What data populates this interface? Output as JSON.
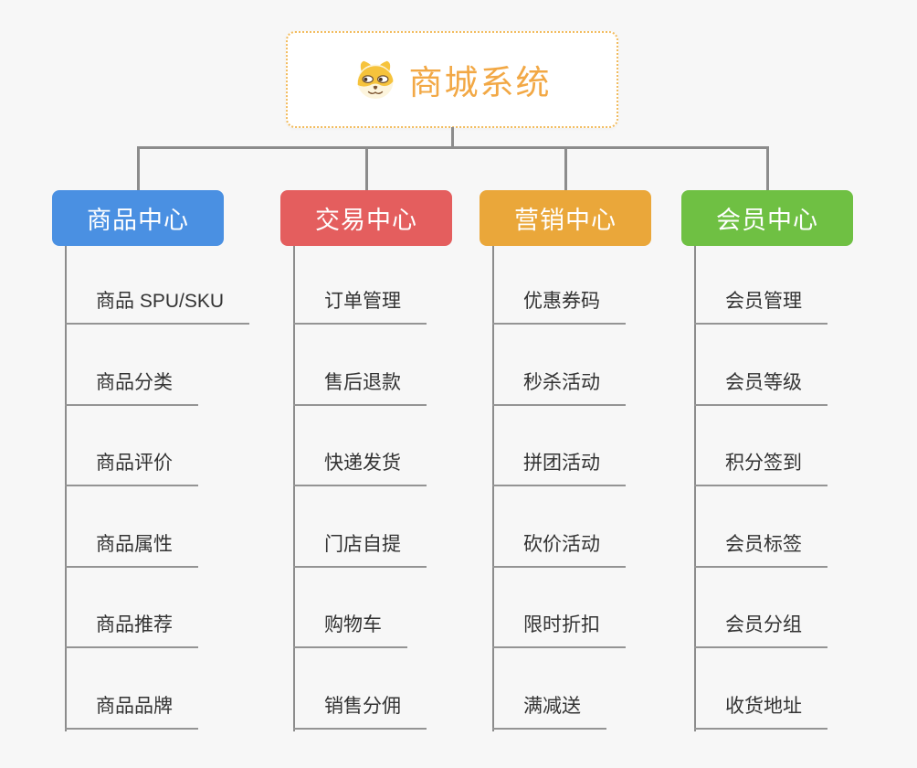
{
  "root": {
    "label": "商城系统",
    "icon": "dog-face-icon",
    "text_color": "#f2a845",
    "border_color": "#f2bc5e",
    "background": "#ffffff"
  },
  "canvas": {
    "background_color": "#f7f7f7"
  },
  "style": {
    "connector_color": "#8c8c8c",
    "item_underline_color": "#949494",
    "item_text_color": "#333333"
  },
  "branches": [
    {
      "label": "商品中心",
      "color": "#4a90e2",
      "items": [
        "商品 SPU/SKU",
        "商品分类",
        "商品评价",
        "商品属性",
        "商品推荐",
        "商品品牌"
      ]
    },
    {
      "label": "交易中心",
      "color": "#e45e5e",
      "items": [
        "订单管理",
        "售后退款",
        "快递发货",
        "门店自提",
        "购物车",
        "销售分佣"
      ]
    },
    {
      "label": "营销中心",
      "color": "#eaa73a",
      "items": [
        "优惠券码",
        "秒杀活动",
        "拼团活动",
        "砍价活动",
        "限时折扣",
        "满减送"
      ]
    },
    {
      "label": "会员中心",
      "color": "#6fc043",
      "items": [
        "会员管理",
        "会员等级",
        "积分签到",
        "会员标签",
        "会员分组",
        "收货地址"
      ]
    }
  ]
}
